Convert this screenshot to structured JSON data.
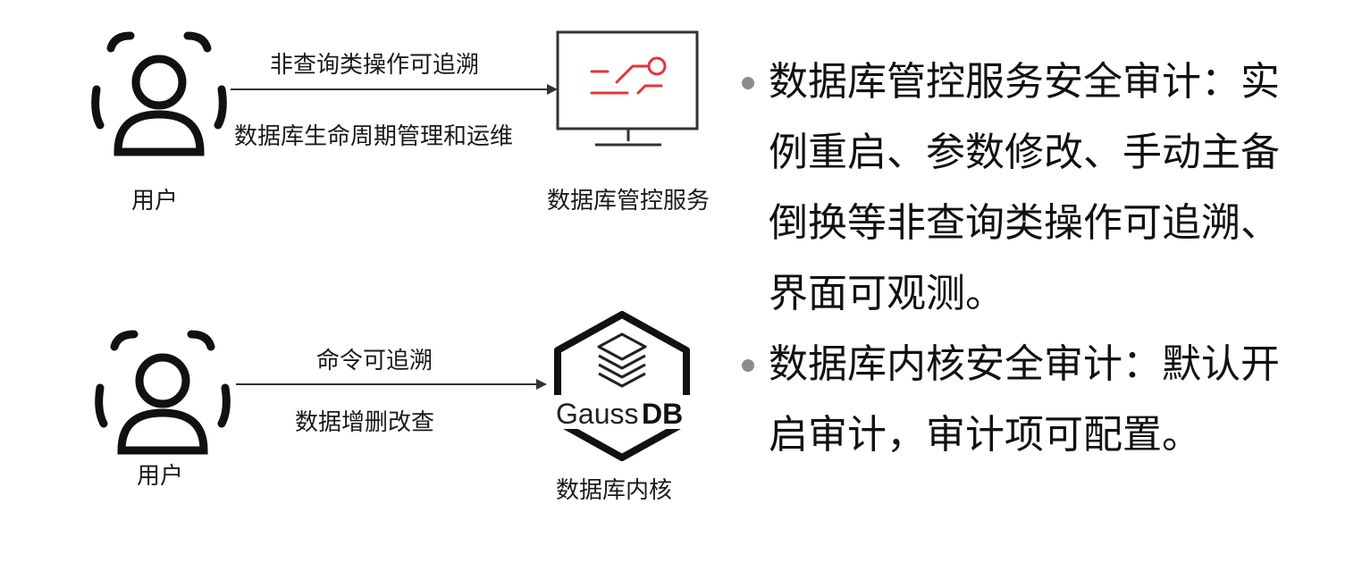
{
  "flow1": {
    "user_label": "用户",
    "arrow_top": "非查询类操作可追溯",
    "arrow_bottom": "数据库生命周期管理和运维",
    "target_label": "数据库管控服务"
  },
  "flow2": {
    "user_label": "用户",
    "arrow_top": "命令可追溯",
    "arrow_bottom": "数据增删改查",
    "target_label": "数据库内核",
    "logo_text_light": "Gauss",
    "logo_text_bold": "DB"
  },
  "bullets": [
    {
      "lines": [
        "数据库管控服务安全审计：实",
        "例重启、参数修改、手动主备",
        "倒换等非查询类操作可追溯、",
        "界面可观测。"
      ]
    },
    {
      "lines": [
        "数据库内核安全审计：默认开",
        "启审计，审计项可配置。"
      ]
    }
  ],
  "colors": {
    "accent": "#e8333a",
    "icon": "#111111",
    "bullet": "#8c8c8c"
  }
}
